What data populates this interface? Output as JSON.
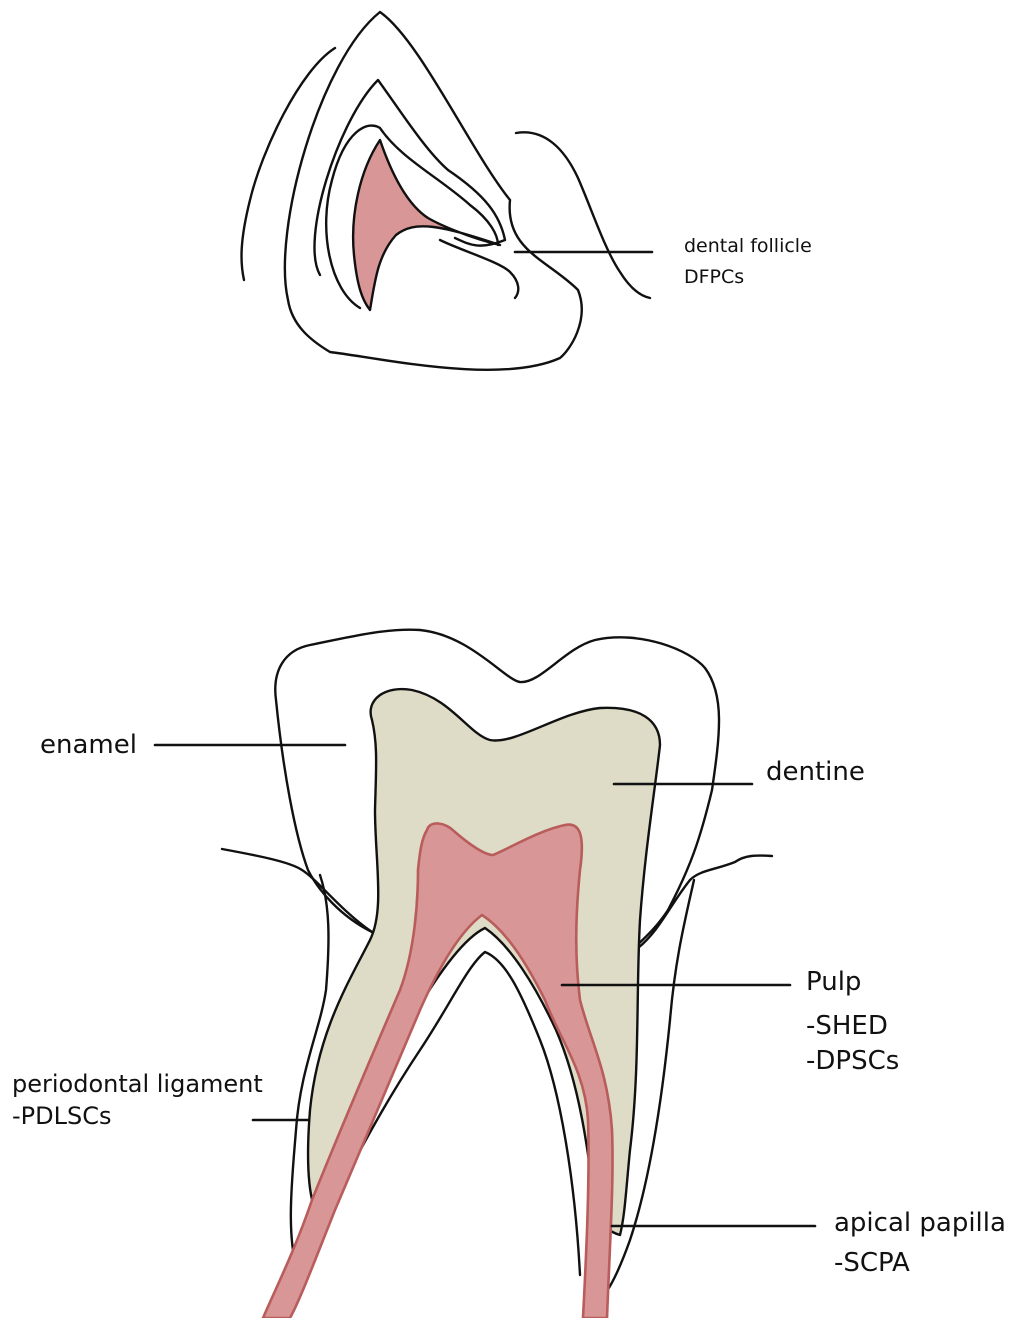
{
  "colors": {
    "outline": "#111111",
    "pulp": "#d99696",
    "pulp_edge": "#b85c5c",
    "dentine": "#dedbc6",
    "enamel": "#ffffff"
  },
  "labels": {
    "dental_follicle": "dental follicle",
    "dfpcs": "DFPCs",
    "enamel": "enamel",
    "dentine": "dentine",
    "pulp": "Pulp",
    "shed": "-SHED",
    "dpscs": "-DPSCs",
    "periodontal_ligament": "periodontal ligament",
    "pdlscs": "-PDLSCs",
    "apical_papilla": "apical papilla",
    "scpa": "-SCPA"
  }
}
